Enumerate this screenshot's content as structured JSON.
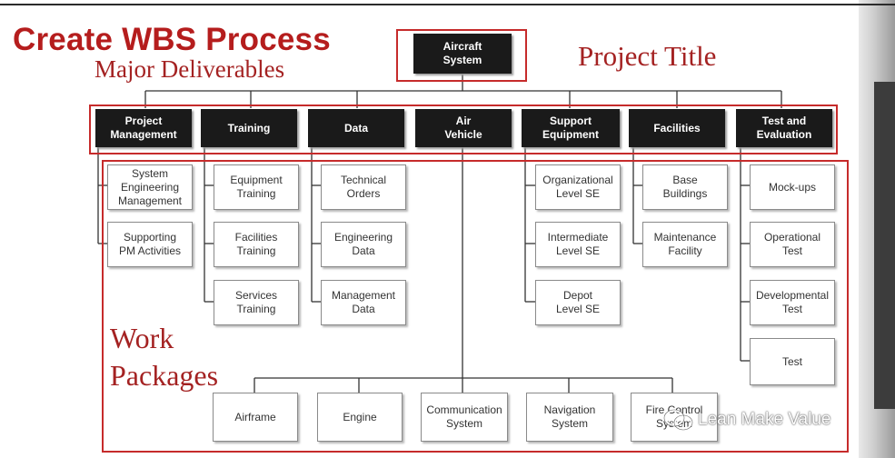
{
  "heading": {
    "title": "Create WBS Process",
    "subtitle": "Major Deliverables",
    "project_title_label": "Project Title",
    "work_packages_label_line1": "Work",
    "work_packages_label_line2": "Packages"
  },
  "root": "Aircraft\nSystem",
  "deliverables": [
    "Project\nManagement",
    "Training",
    "Data",
    "Air\nVehicle",
    "Support\nEquipment",
    "Facilities",
    "Test and\nEvaluation"
  ],
  "work_packages": {
    "project_management": [
      "System\nEngineering\nManagement",
      "Supporting\nPM Activities"
    ],
    "training": [
      "Equipment\nTraining",
      "Facilities\nTraining",
      "Services\nTraining"
    ],
    "data": [
      "Technical\nOrders",
      "Engineering\nData",
      "Management\nData"
    ],
    "support_equipment": [
      "Organizational\nLevel SE",
      "Intermediate\nLevel SE",
      "Depot\nLevel SE"
    ],
    "facilities": [
      "Base\nBuildings",
      "Maintenance\nFacility"
    ],
    "test_and_evaluation": [
      "Mock-ups",
      "Operational\nTest",
      "Developmental\nTest",
      "Test"
    ],
    "air_vehicle": [
      "Airframe",
      "Engine",
      "Communication\nSystem",
      "Navigation\nSystem",
      "Fire Control\nSystem"
    ]
  },
  "watermark": "Lean Make Value",
  "colors": {
    "accent_red": "#c62b2b",
    "header_fill": "#1a1a1a",
    "connector": "#333333"
  }
}
